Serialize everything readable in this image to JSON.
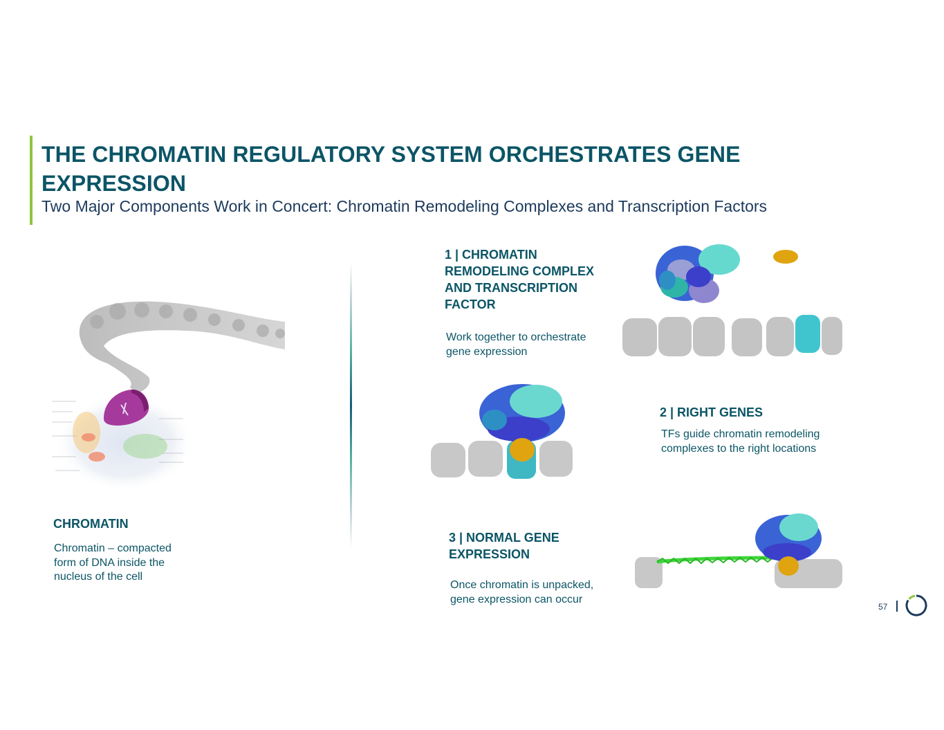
{
  "header": {
    "title": "THE CHROMATIN REGULATORY SYSTEM ORCHESTRATES GENE EXPRESSION",
    "subtitle": "Two Major Components Work in Concert: Chromatin Remodeling Complexes and Transcription Factors"
  },
  "left_panel": {
    "heading": "CHROMATIN",
    "description": "Chromatin – compacted form of DNA inside the nucleus of the cell",
    "image": "chromatin-cell-illustration"
  },
  "steps": [
    {
      "number": "1",
      "separator": "|",
      "heading": "1 | CHROMATIN REMODELING COMPLEX AND TRANSCRIPTION FACTOR",
      "description": "Work together to orchestrate gene expression",
      "image": "remodeling-complex-and-transcription-factor"
    },
    {
      "number": "2",
      "separator": "|",
      "heading": "2 | RIGHT GENES",
      "description": "TFs guide chromatin remodeling complexes to the right locations",
      "image": "complex-bound-to-nucleosomes"
    },
    {
      "number": "3",
      "separator": "|",
      "heading": "3 | NORMAL GENE EXPRESSION",
      "description": "Once chromatin is unpacked, gene expression can occur",
      "image": "unpacked-dna-strand"
    }
  ],
  "footer": {
    "page_number": "57",
    "logo": "circle-logo-icon"
  },
  "colors": {
    "title": "#0b5566",
    "subtitle": "#1c3a5c",
    "accent_green": "#8dc63f",
    "logo_navy": "#1c3a5c",
    "tf_gold": "#e0a411",
    "dna_green": "#3fd63a"
  }
}
